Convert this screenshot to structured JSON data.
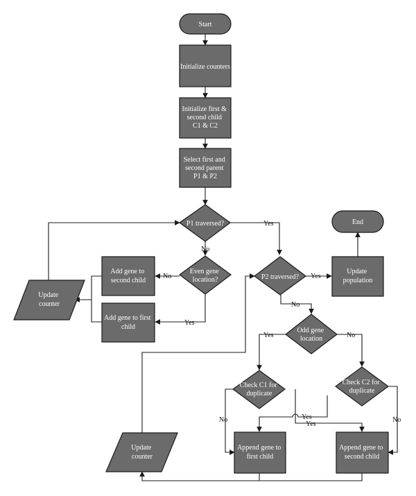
{
  "nodes": {
    "start": "Start",
    "init_counters": "Initialize counters",
    "init_children": [
      "Initialize first &",
      "second child",
      "C1 & C2"
    ],
    "select_parents": [
      "Select first and",
      "second parent",
      "P1 & P2"
    ],
    "p1_traversed": "P1 traversed?",
    "even_gene": [
      "Even gene",
      "location?"
    ],
    "add_gene_second": [
      "Add gene to",
      "second child"
    ],
    "add_gene_first": [
      "Add gene to first",
      "child"
    ],
    "update_counter_left": [
      "Update",
      "counter"
    ],
    "p2_traversed": "P2 traversed?",
    "update_population": [
      "Update",
      "population"
    ],
    "end": "End",
    "odd_gene": [
      "Odd gene",
      "location"
    ],
    "check_c1": [
      "Check C1 for",
      "duplicate"
    ],
    "check_c2": [
      "Check C2 for",
      "duplicate"
    ],
    "append_first": [
      "Append gene to",
      "first child"
    ],
    "append_second": [
      "Append gene to",
      "second child"
    ],
    "update_counter_bottom": [
      "Update",
      "counter"
    ]
  },
  "edge_labels": {
    "p1_yes": "Yes",
    "p1_no": "No",
    "even_no": "No",
    "even_yes": "Yes",
    "p2_yes": "Yes",
    "p2_no": "No",
    "odd_yes": "Yes",
    "odd_no": "No",
    "c1_no": "No",
    "c1_yes": "Yes",
    "c2_yes": "Yes",
    "c2_no": "No"
  },
  "colors": {
    "node_fill": "#6b6b6b",
    "node_text": "#ffffff",
    "line": "#1a1a1a"
  }
}
